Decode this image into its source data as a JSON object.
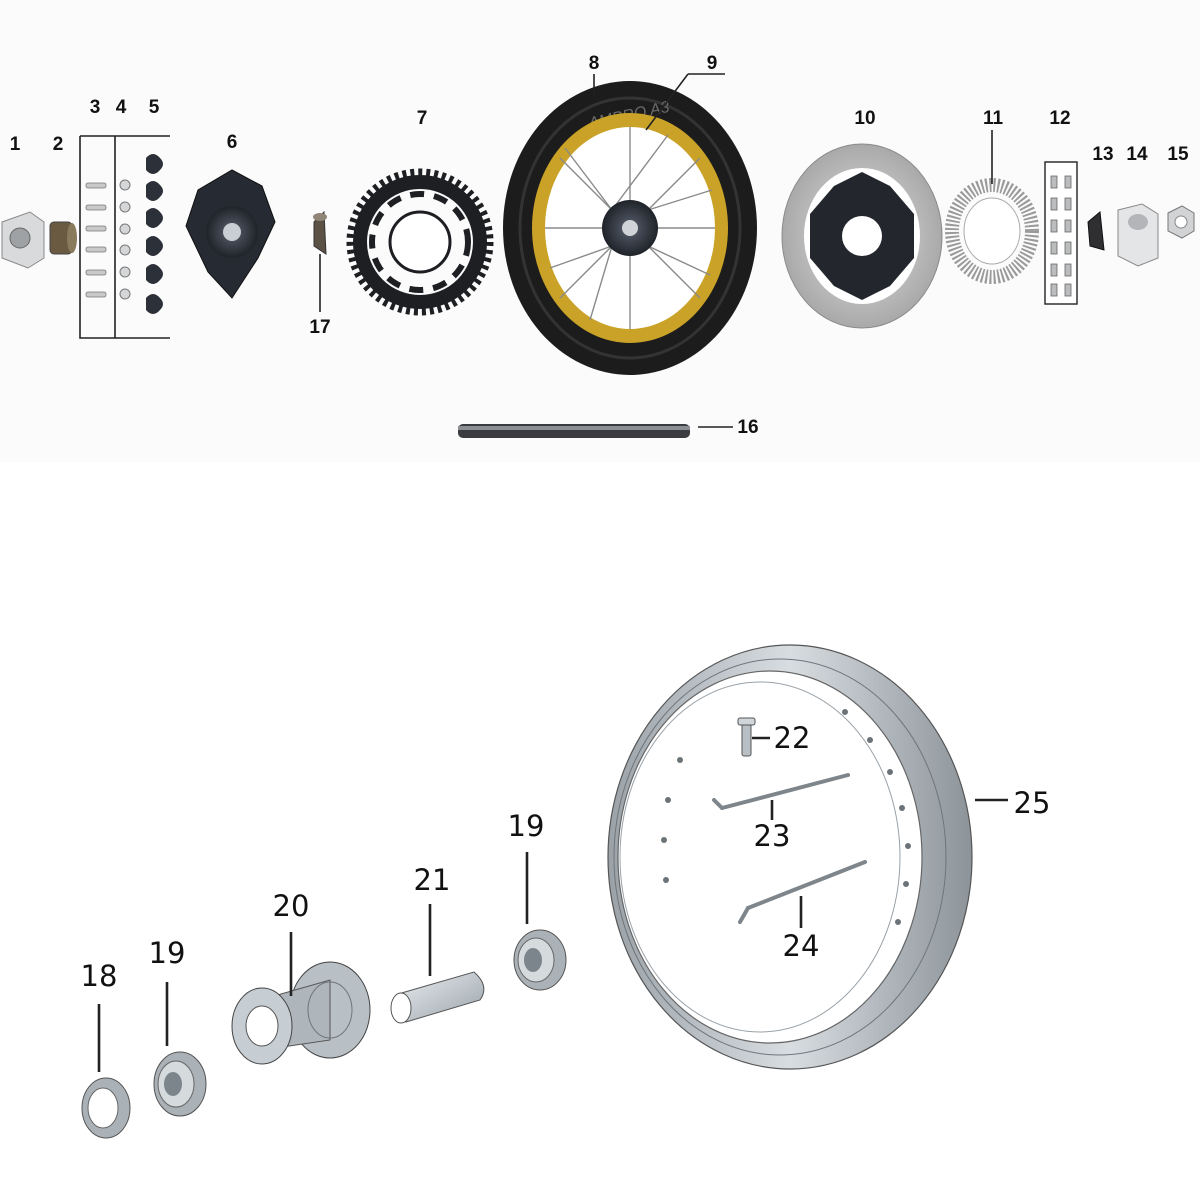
{
  "diagram": {
    "top_section": {
      "part_labels": [
        "1",
        "2",
        "3",
        "4",
        "5",
        "6",
        "7",
        "8",
        "9",
        "10",
        "11",
        "12",
        "13",
        "14",
        "15",
        "16",
        "17"
      ],
      "tire_sidewall_text": "AMBRO A3"
    },
    "bottom_section": {
      "part_labels": [
        "18",
        "19",
        "20",
        "21",
        "19",
        "22",
        "23",
        "24",
        "25"
      ]
    },
    "colors": {
      "rim_gold": "#c9a227",
      "tire_black": "#1c1c1c",
      "cad_grey": "#b8c0c6",
      "disc_silver": "#c8c8c8",
      "part_dark": "#2a2f38"
    }
  }
}
